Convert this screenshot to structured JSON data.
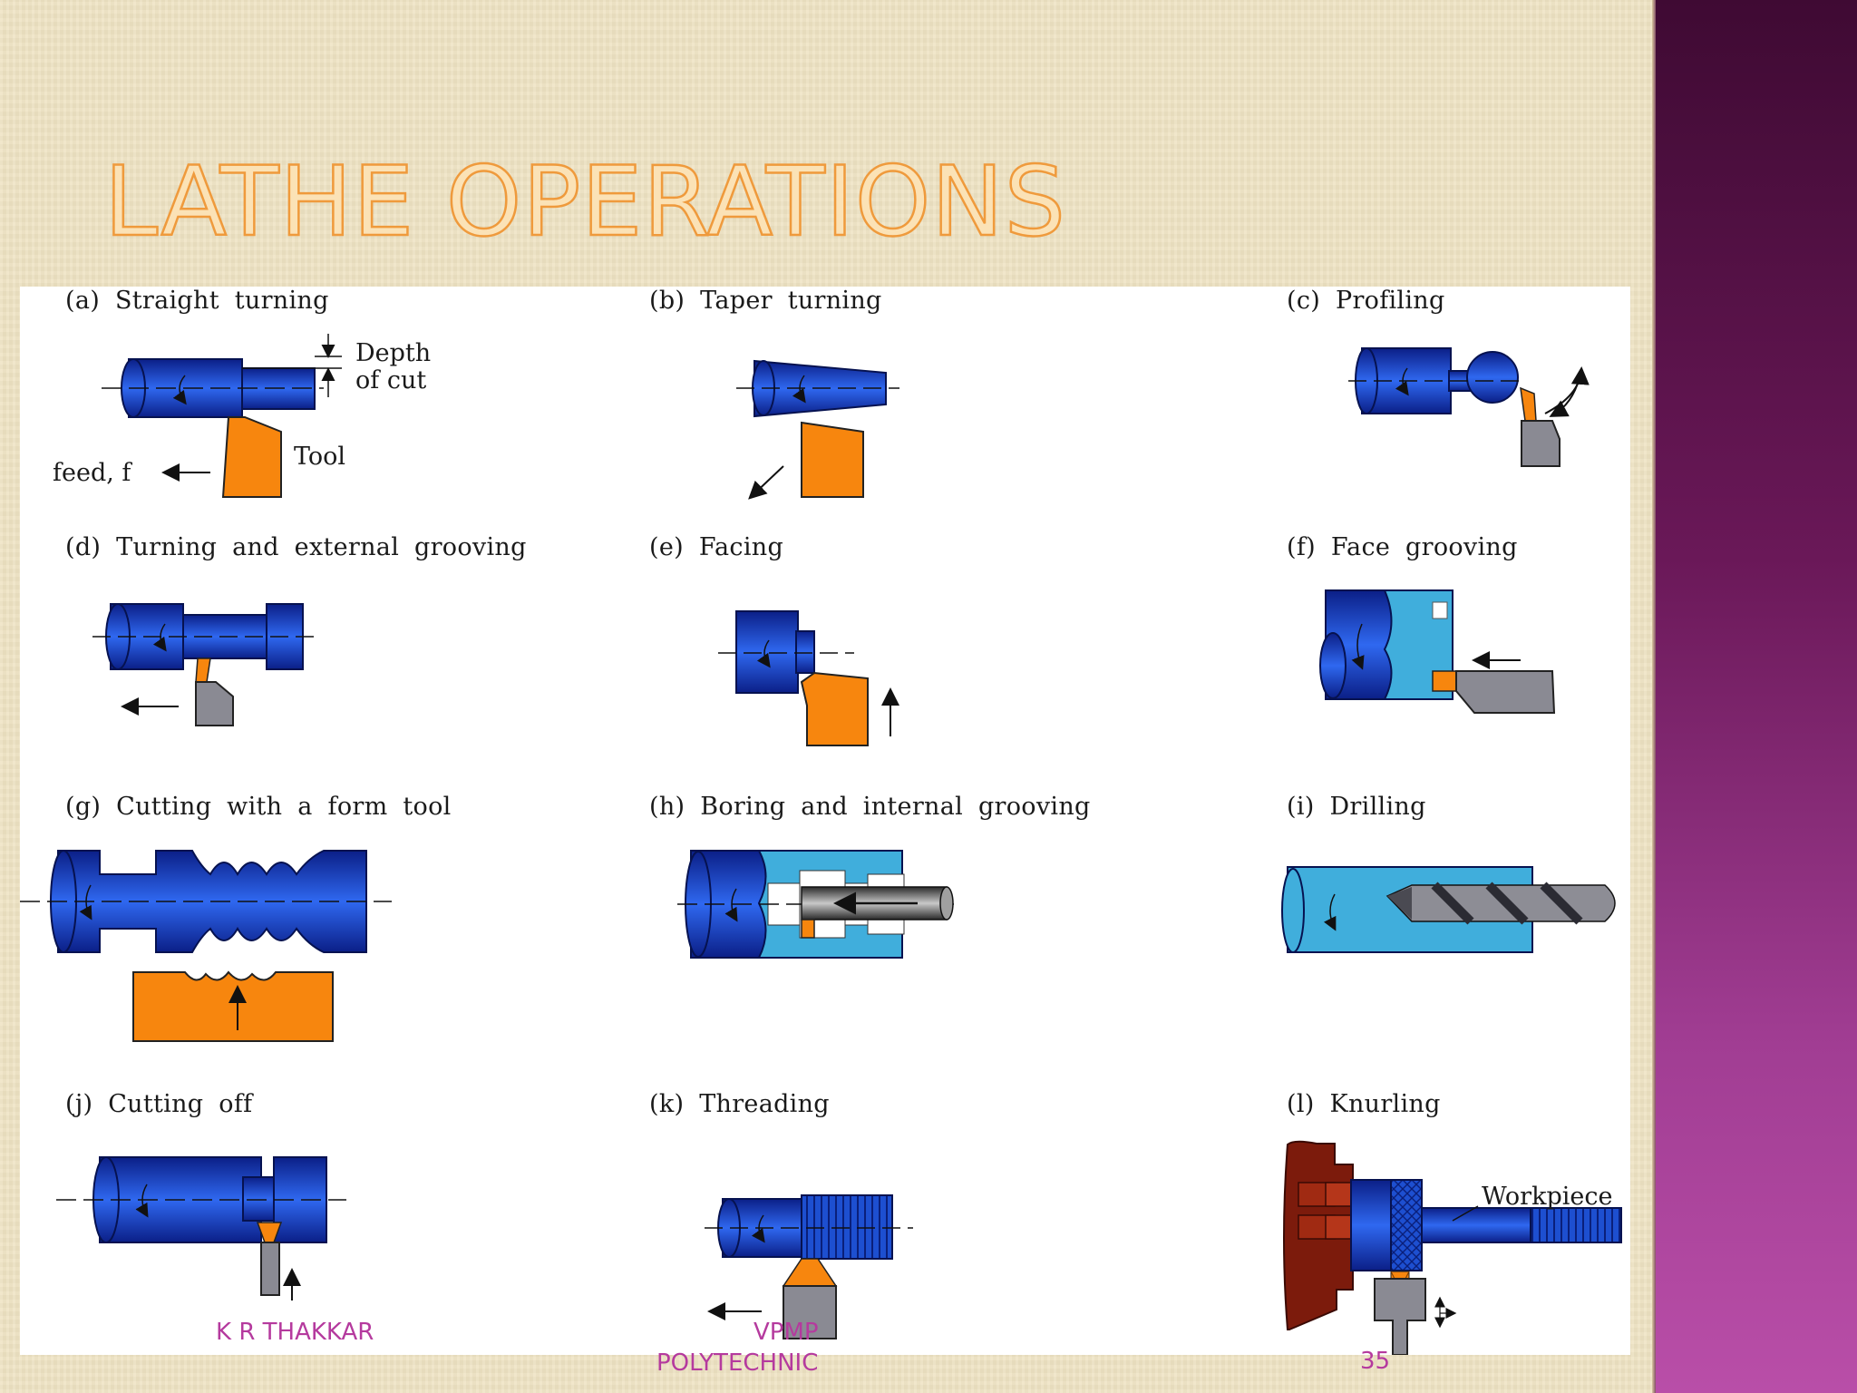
{
  "slide": {
    "title": "LATHE OPERATIONS",
    "colors": {
      "title_fill": "#fbe2b6",
      "title_stroke": "#ef9a3c",
      "footer": "#b53a9e",
      "work_blue": "#1a3fc2",
      "tool_orange": "#f7860e"
    }
  },
  "figure": {
    "operations": [
      {
        "label": "(a)  Straight  turning"
      },
      {
        "label": "(b)  Taper  turning"
      },
      {
        "label": "(c)  Profiling"
      },
      {
        "label": "(d)  Turning  and  external  grooving"
      },
      {
        "label": "(e)  Facing"
      },
      {
        "label": "(f)  Face  grooving"
      },
      {
        "label": "(g)  Cutting  with  a  form  tool"
      },
      {
        "label": "(h)  Boring  and  internal  grooving"
      },
      {
        "label": "(i)  Drilling"
      },
      {
        "label": "(j)  Cutting  off"
      },
      {
        "label": "(k)  Threading"
      },
      {
        "label": "(l)  Knurling"
      }
    ],
    "annotations": {
      "depth_1": "Depth",
      "depth_2": "of  cut",
      "tool": "Tool",
      "feed": "feed,  f",
      "workpiece": "Workpiece"
    }
  },
  "footer": {
    "author": "K R THAKKAR",
    "college_1": "VPMP",
    "college_2": "POLYTECHNIC",
    "page_number": "35"
  }
}
